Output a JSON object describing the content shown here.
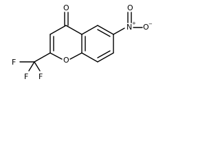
{
  "molecule": {
    "atoms": {
      "carbonyl_oxygen": "O",
      "ring_oxygen": "O",
      "nitro_nitrogen": "N",
      "nitro_oxygen_top": "O",
      "nitro_oxygen_right": "O",
      "fluorine_left": "F",
      "fluorine_bottom_left": "F",
      "fluorine_bottom_right": "F"
    },
    "charges": {
      "nitro_nitrogen": "+",
      "nitro_oxygen_right": "−"
    }
  }
}
